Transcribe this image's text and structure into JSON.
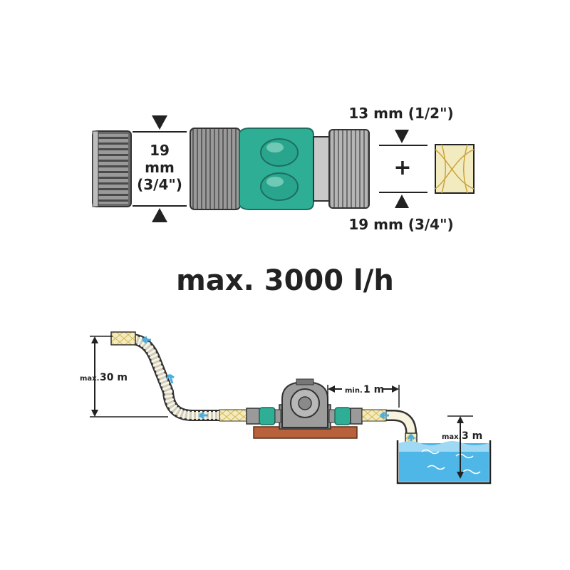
{
  "colors": {
    "teal": "#2fae96",
    "teal_dark": "#1f8a76",
    "teal_light": "#8fd8c6",
    "grey": "#8a8a8a",
    "grey_dark": "#555555",
    "grey_light": "#c9c9c9",
    "hose_fill": "#f3ebc0",
    "water": "#4eb7e8",
    "water_light": "#bfe6f7",
    "arrow": "#4aaee0",
    "board": "#b9613a",
    "ink": "#222222"
  },
  "connector": {
    "inlet_size": {
      "line1": "19",
      "line2": "mm",
      "line3": "(3/4\")"
    },
    "hose_size_small": "13 mm (1/2\")",
    "hose_size_large": "19 mm (3/4\")",
    "plus_symbol": "+"
  },
  "flow_rate": "max. 3000 l/h",
  "setup": {
    "height_prefix": "max.",
    "height_value": "30 m",
    "distance_prefix": "min.",
    "distance_value": "1 m",
    "depth_prefix": "max.",
    "depth_value": "3 m"
  }
}
